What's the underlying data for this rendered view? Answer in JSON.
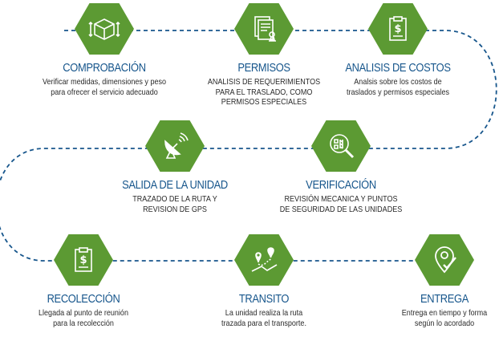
{
  "colors": {
    "green": "#5c9a33",
    "blue": "#17568c",
    "line": "#17568c",
    "text": "#2a2a2a"
  },
  "steps": [
    {
      "icon": "cube-dimensions-icon",
      "title": "COMPROBACIÓN",
      "desc": [
        "Verificar medidas, dimensiones y peso",
        "para ofrecer el servicio adecuado"
      ]
    },
    {
      "icon": "documents-stamp-icon",
      "title": "PERMISOS",
      "desc": [
        "ANALISIS DE REQUERIMIENTOS",
        "PARA EL TRASLADO, COMO",
        "PERMISOS ESPECIALES"
      ]
    },
    {
      "icon": "clipboard-dollar-icon",
      "title": "ANALISIS DE COSTOS",
      "desc": [
        "Analsis sobre los costos de",
        "traslados y permisos especiales"
      ]
    },
    {
      "icon": "satellite-dish-icon",
      "title": "SALIDA DE LA UNIDAD",
      "desc": [
        "TRAZADO DE LA RUTA Y",
        "REVISION DE GPS"
      ]
    },
    {
      "icon": "magnifier-inspection-icon",
      "title": "VERIFICACIÓN",
      "desc": [
        "REVISIÓN MECANICA Y PUNTOS",
        "DE SEGURIDAD DE LAS UNIDADES"
      ]
    },
    {
      "icon": "clipboard-dollar-icon",
      "title": "RECOLECCIÓN",
      "desc": [
        "Llegada al punto de reunión",
        "para la recolección"
      ]
    },
    {
      "icon": "route-map-icon",
      "title": "TRANSITO",
      "desc": [
        "La unidad realiza la ruta",
        "trazada para el transporte."
      ]
    },
    {
      "icon": "location-check-icon",
      "title": "ENTREGA",
      "desc": [
        "Entrega en tiempo y forma",
        "según lo acordado"
      ]
    }
  ]
}
